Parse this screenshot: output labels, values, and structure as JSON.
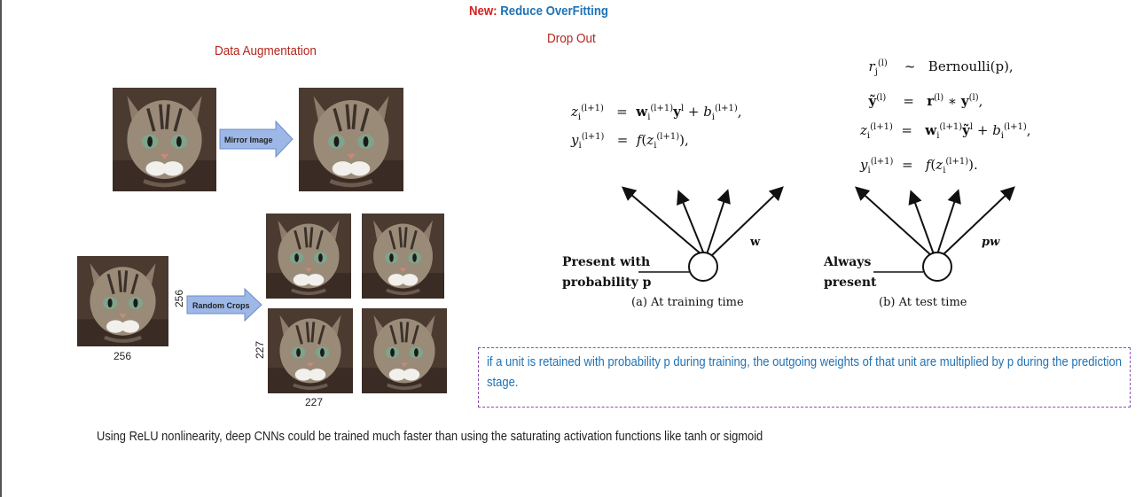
{
  "slide": {
    "title_prefix": "New:",
    "title_main": "Reduce OverFitting"
  },
  "augmentation": {
    "heading": "Data Augmentation",
    "mirror_label": "Mirror Image",
    "crops_label": "Random Crops",
    "dim_256_side": "256",
    "dim_256_bottom": "256",
    "dim_227_side": "227",
    "dim_227_bottom": "227"
  },
  "dropout": {
    "heading": "Drop Out",
    "eq_left": {
      "line1_lhs": "z",
      "line2_lhs": "y",
      "line1_rhs": "= w",
      "line2_rhs": "= f(z"
    },
    "fig_a": {
      "unit_label_1": "Present with",
      "unit_label_2": "probability p",
      "weight_label": "w",
      "caption": "(a) At training time"
    },
    "fig_b": {
      "unit_label_1": "Always",
      "unit_label_2": "present",
      "weight_label": "pw",
      "caption": "(b) At test time"
    },
    "bernoulli": "Bernoulli(p),",
    "note": "if a unit is retained with probability p during training, the outgoing weights of that unit are multiplied by p during the prediction stage."
  },
  "footer_text": "Using ReLU nonlinearity, deep CNNs could be trained much faster than using the saturating activation functions like tanh or sigmoid",
  "colors": {
    "title_red": "#d42020",
    "title_blue": "#1f72b5",
    "heading_red": "#b3261e",
    "note_blue": "#1f72b5",
    "box_border": "#8a4fae",
    "arrow_fill": "#9db8e6"
  }
}
